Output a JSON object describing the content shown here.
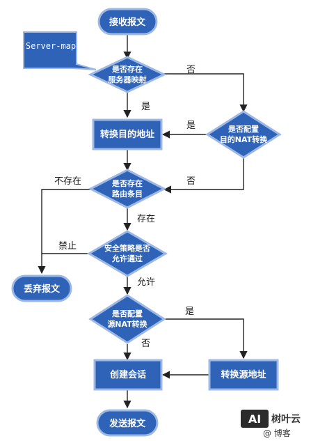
{
  "nodes": {
    "receive": "接收报文",
    "server_map_check_1": "是否存在",
    "server_map_check_2": "服务器映射",
    "nat_check_1": "是否配置",
    "nat_check_2": "目的NAT转换",
    "convert_dst": "转换目的地址",
    "route_check_1": "是否存在",
    "route_check_2": "路由条目",
    "policy_check_1": "安全策略是否",
    "policy_check_2": "允许通过",
    "drop": "丢弃报文",
    "src_nat_check_1": "是否配置",
    "src_nat_check_2": "源NAT转换",
    "convert_src": "转换源地址",
    "create_session": "创建会话",
    "send": "发送报文"
  },
  "callout": "Server-map",
  "edge_labels": {
    "server_map_no": "否",
    "server_map_yes": "是",
    "nat_yes": "是",
    "nat_no": "否",
    "route_absent": "不存在",
    "route_present": "存在",
    "policy_deny": "禁止",
    "policy_allow": "允许",
    "src_nat_yes": "是",
    "src_nat_no": "否"
  },
  "watermark": {
    "logo": "AI",
    "brand": "树叶云",
    "blog": "@ 博客"
  },
  "colors": {
    "node_fill": "#2f63b8",
    "node_border": "#9db8e4",
    "edge": "#222222"
  }
}
